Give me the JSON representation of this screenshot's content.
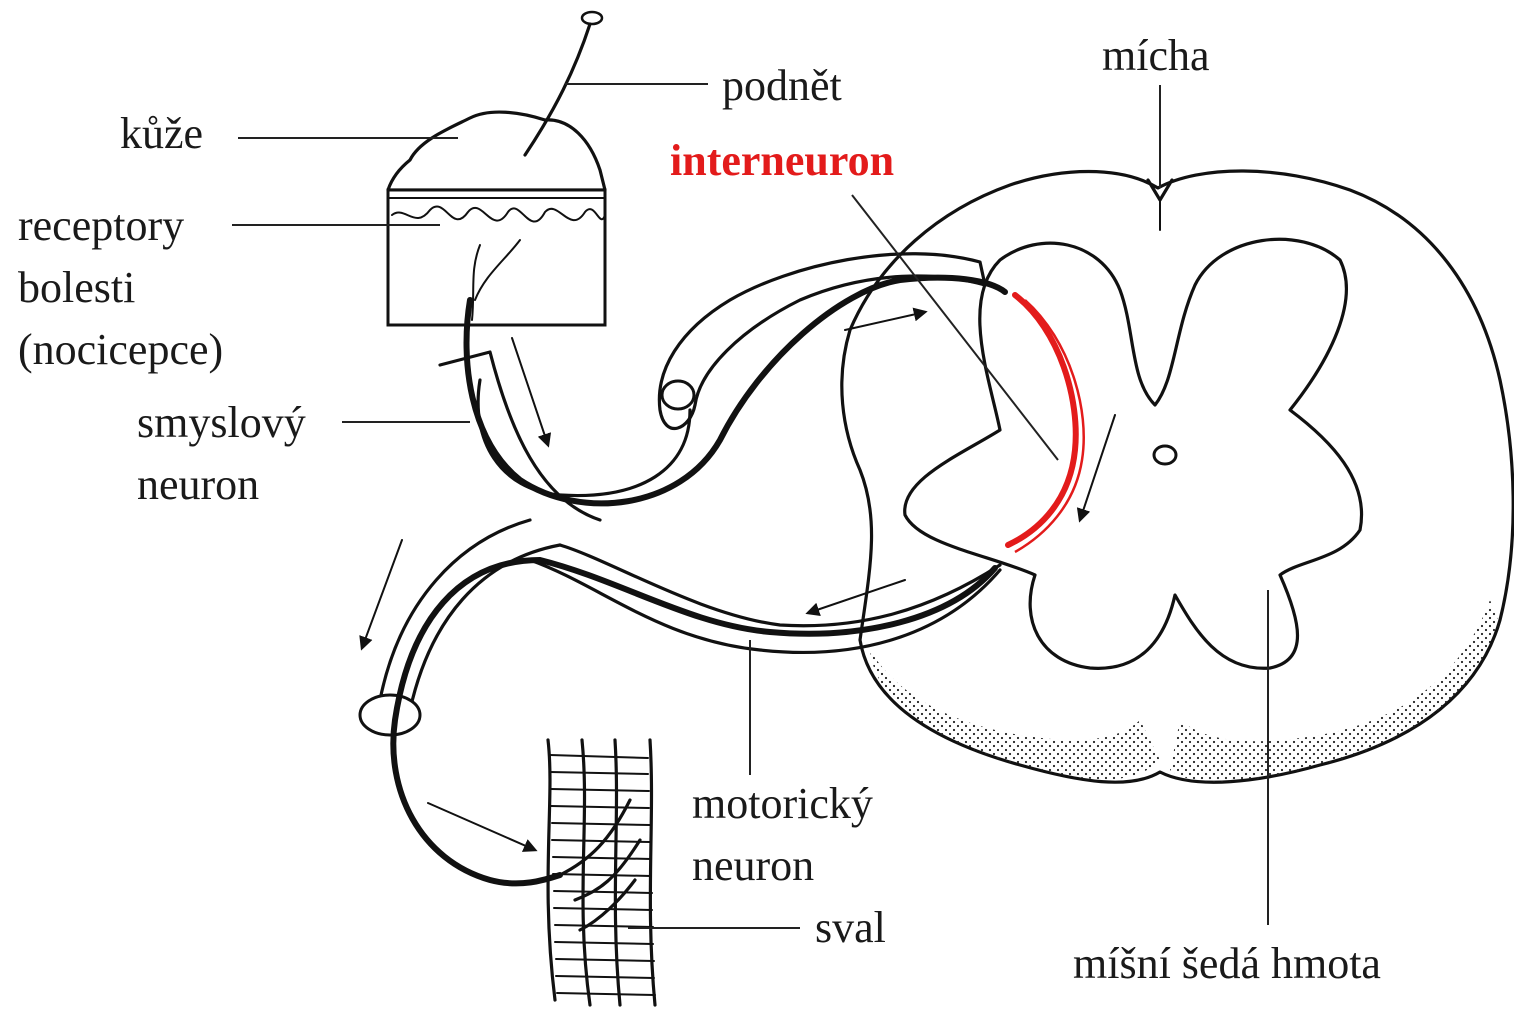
{
  "labels": {
    "kuze": "kůže",
    "podnet": "podnět",
    "micha": "mícha",
    "interneuron": "interneuron",
    "receptory_1": "receptory",
    "receptory_2": "bolesti",
    "receptory_3": "(nocicepce)",
    "smyslovy_1": "smyslový",
    "smyslovy_2": "neuron",
    "motoricky_1": "motorický",
    "motoricky_2": "neuron",
    "sval": "sval",
    "sedahmota": "míšní šedá hmota"
  },
  "colors": {
    "ink": "#111111",
    "interneuron": "#e31b1b"
  }
}
